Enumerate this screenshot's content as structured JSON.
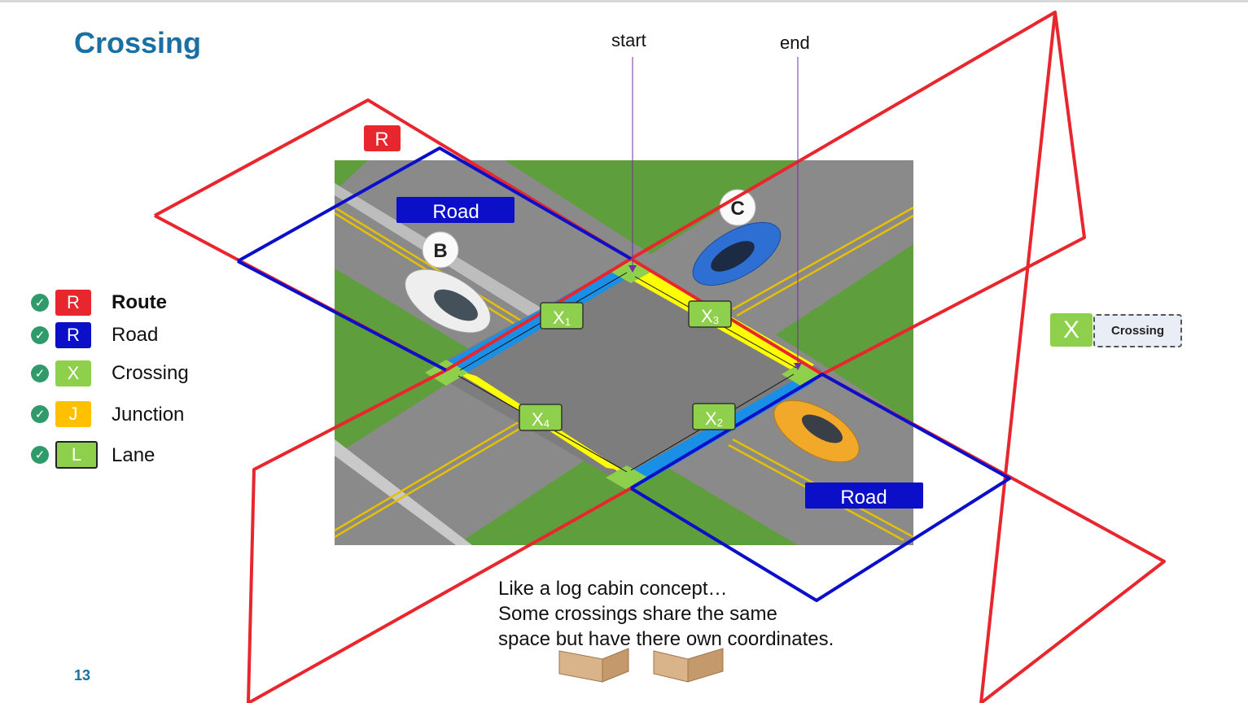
{
  "slide": {
    "title": "Crossing",
    "page_number": "13"
  },
  "labels": {
    "start": "start",
    "end": "end"
  },
  "route_tag": "R",
  "road_labels": {
    "top_left": "Road",
    "bottom_right": "Road"
  },
  "cars": {
    "b": "B",
    "c": "C"
  },
  "crossings": {
    "x1": "X",
    "x1_sub": "1",
    "x2": "X",
    "x2_sub": "2",
    "x3": "X",
    "x3_sub": "3",
    "x4": "X",
    "x4_sub": "4"
  },
  "legend": [
    {
      "tag": "R",
      "label": "Route",
      "color": "#e8262d"
    },
    {
      "tag": "R",
      "label": "Road",
      "color": "#0b10c8"
    },
    {
      "tag": "X",
      "label": "Crossing",
      "color": "#8ed04c"
    },
    {
      "tag": "J",
      "label": "Junction",
      "color": "#ffc000"
    },
    {
      "tag": "L",
      "label": "Lane",
      "color": "#8ed04c"
    }
  ],
  "note": {
    "line1": "Like a log cabin concept…",
    "line2": "Some crossings share the same",
    "line3": "space but have there own coordinates."
  },
  "crossing_widget": {
    "tag": "X",
    "label": "Crossing"
  },
  "colors": {
    "route": "#e8262d",
    "road": "#0b10c8",
    "crossing": "#8ed04c",
    "title": "#1a6fa3",
    "lane_blue": "#1a8fe6",
    "lane_yellow": "#ffff00"
  }
}
